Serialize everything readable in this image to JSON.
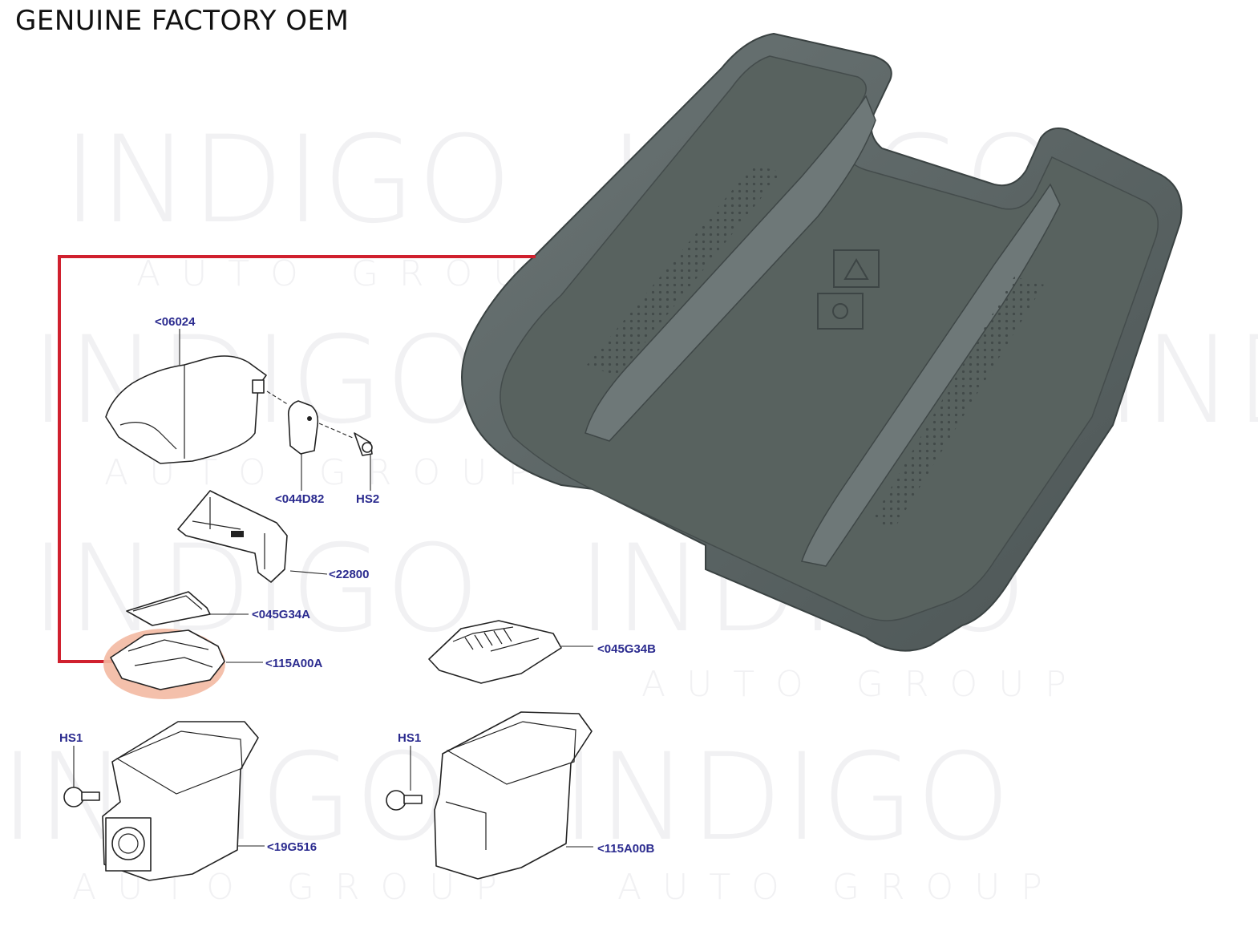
{
  "header": {
    "title": "GENUINE FACTORY OEM"
  },
  "watermark": {
    "brand": "INDIGO",
    "tagline": "AUTO GROUP"
  },
  "callouts": {
    "p06024": "<06024",
    "p044D82": "<044D82",
    "hs2": "HS2",
    "p22800": "<22800",
    "p045G34A": "<045G34A",
    "p115A00A": "<115A00A",
    "p045G34B": "<045G34B",
    "hs1_left": "HS1",
    "hs1_right": "HS1",
    "p19G516": "<19G516",
    "p115A00B": "<115A00B"
  },
  "colors": {
    "highlight_line": "#d0202e",
    "highlight_fill": "#f3b9a2",
    "tray": "#5b6565",
    "label_text": "#2b2b8f"
  },
  "icons": [
    "dot-circle-icon",
    "square-icon"
  ]
}
